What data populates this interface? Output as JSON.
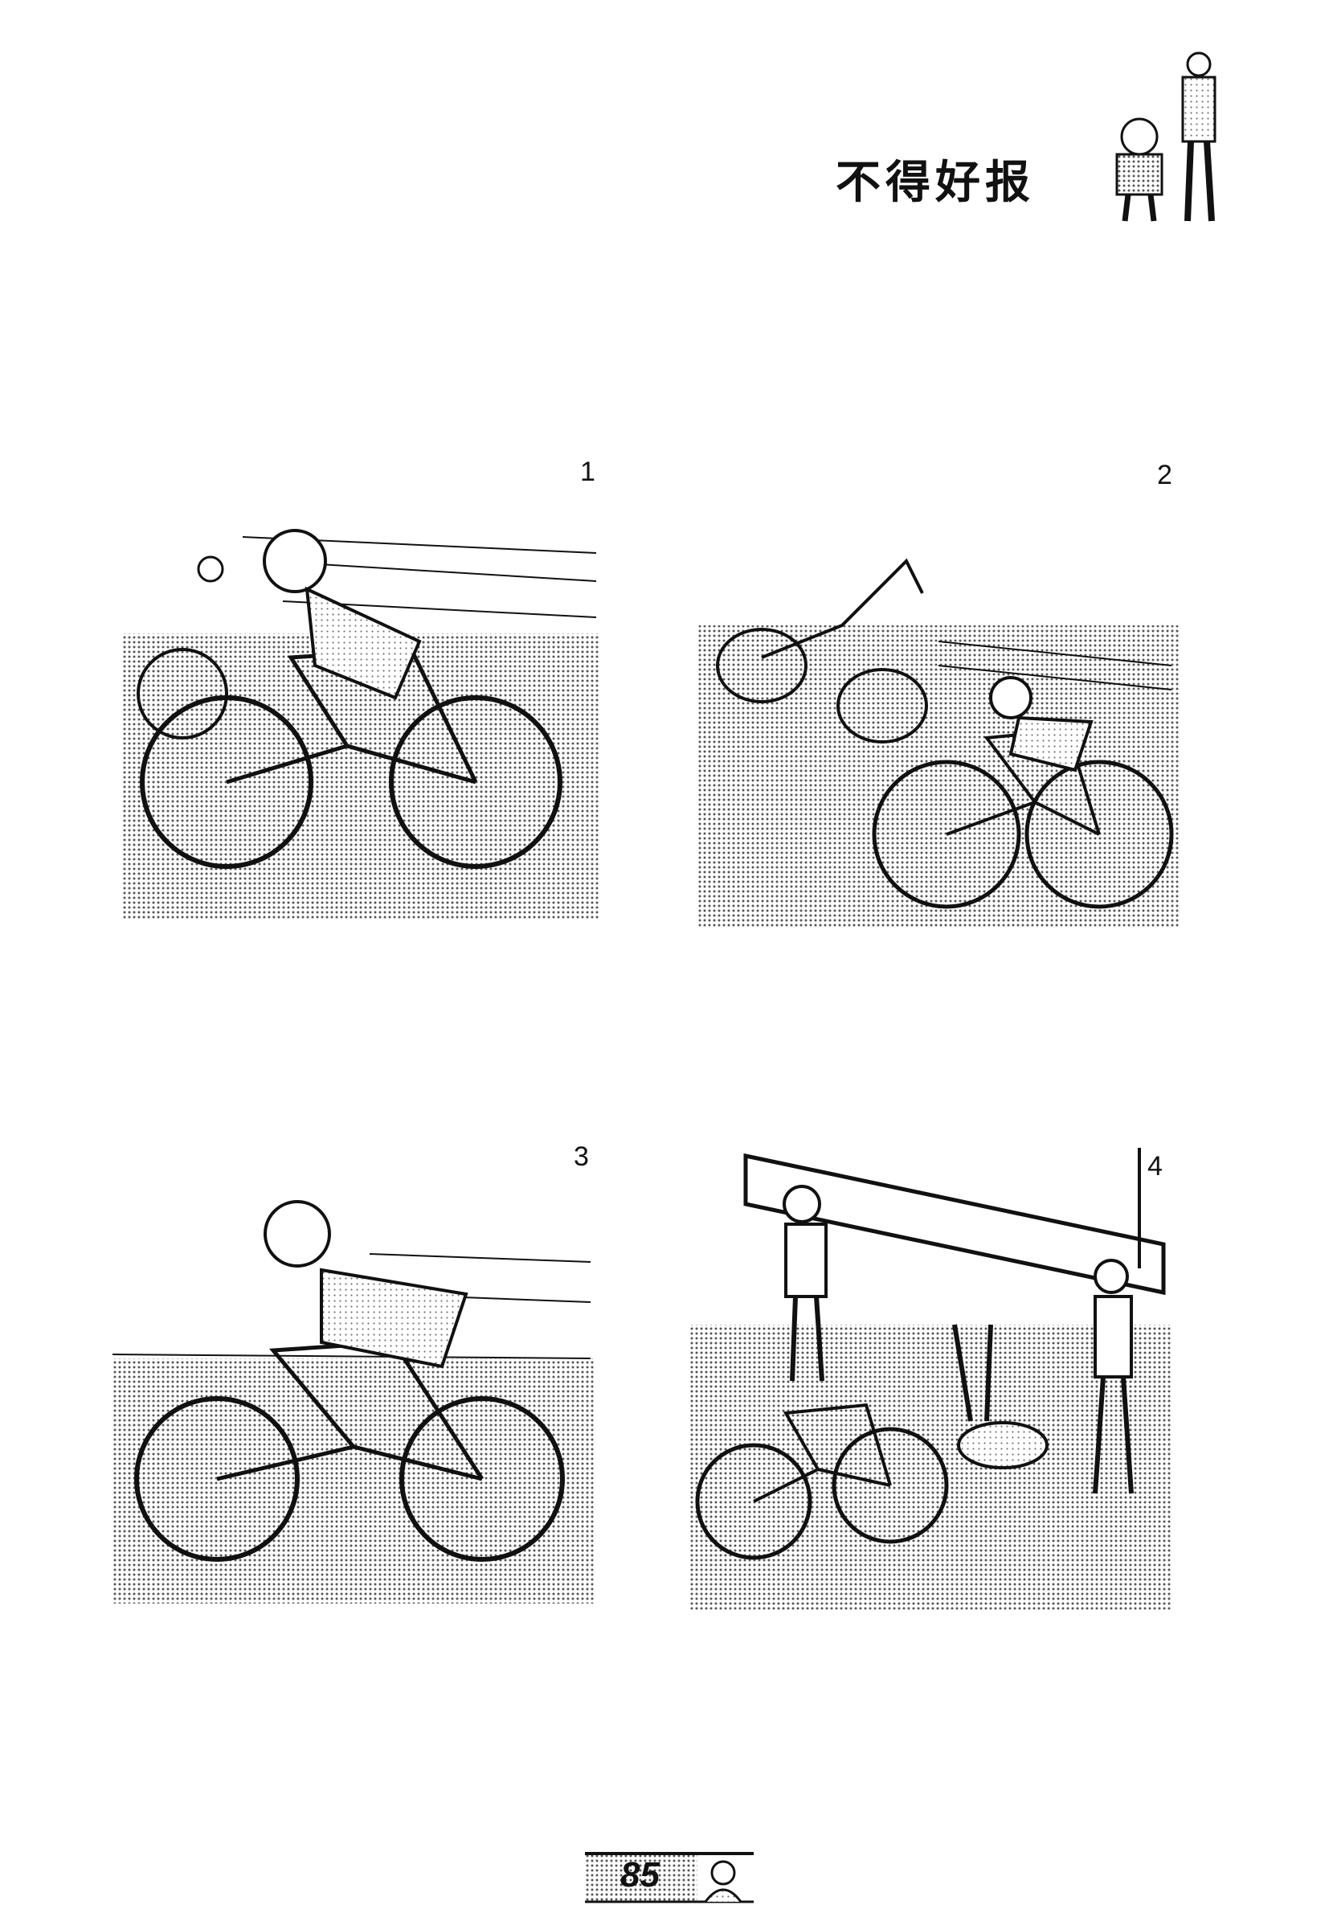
{
  "page": {
    "title": "不得好报",
    "page_number": "85"
  },
  "panels": [
    {
      "number": "1"
    },
    {
      "number": "2"
    },
    {
      "number": "3"
    },
    {
      "number": "4"
    }
  ],
  "colors": {
    "ink": "#111111",
    "screen_tone": "#bdbdbd",
    "paper": "#ffffff"
  },
  "icons": {
    "header_mascot": "two-cartoon-figures-illustration",
    "footer_mascot": "old-man-cartoon-icon"
  }
}
